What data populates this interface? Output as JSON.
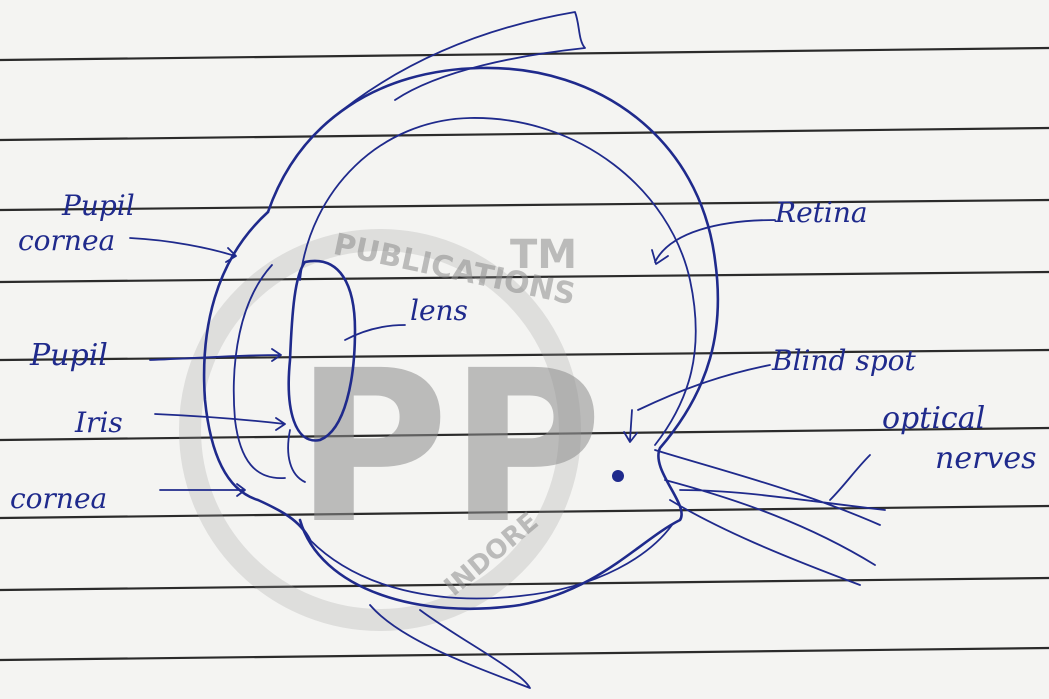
{
  "diagram": {
    "labels": {
      "pupil_top": "Pupil",
      "cornea_top": "cornea",
      "lens": "lens",
      "pupil": "Pupil",
      "iris": "Iris",
      "cornea_bottom": "cornea",
      "retina": "Retina",
      "blind_spot": "Blind spot",
      "optical_1": "optical",
      "optical_2": "nerves"
    },
    "watermark": {
      "monogram": "PP",
      "tm": "TM",
      "ring_top": "PUBLICATIONS",
      "ring_bottom": "INDORE"
    },
    "colors": {
      "ink": "#1f2a8c",
      "paper": "#f4f4f2",
      "rule_lines": "#2b2b2b"
    }
  }
}
